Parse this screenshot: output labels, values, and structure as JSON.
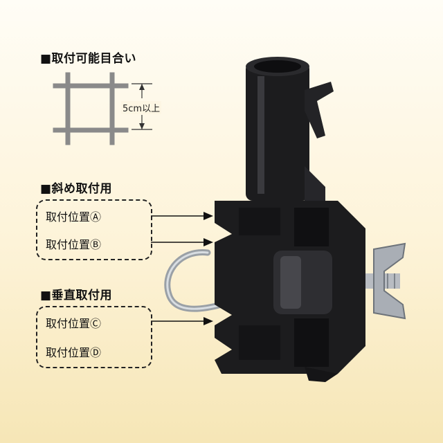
{
  "mesh_section": {
    "heading": "■取付可能目合い",
    "spacing_label": "5cm以上"
  },
  "diagonal_section": {
    "heading": "■斜め取付用",
    "positions": [
      {
        "label": "取付位置Ⓐ"
      },
      {
        "label": "取付位置Ⓑ"
      }
    ]
  },
  "vertical_section": {
    "heading": "■垂直取付用",
    "positions": [
      {
        "label": "取付位置Ⓒ"
      },
      {
        "label": "取付位置Ⓓ"
      }
    ]
  },
  "colors": {
    "product_body": "#1c1c1e",
    "product_highlight": "#4a4a4e",
    "mesh_wire": "#8a8a8a",
    "text": "#111111"
  }
}
